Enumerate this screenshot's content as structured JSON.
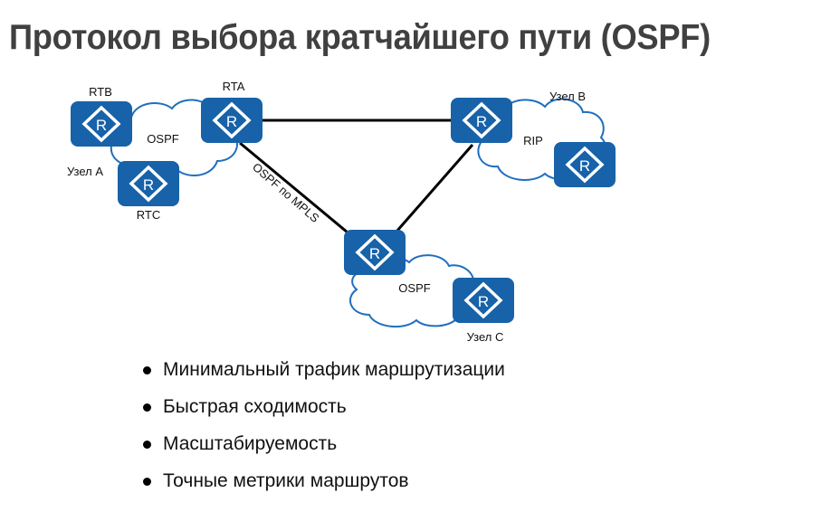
{
  "title": "Протокол выбора кратчайшего пути (OSPF)",
  "diagram": {
    "routers": [
      {
        "id": "rtb",
        "label": "RTB"
      },
      {
        "id": "rta",
        "label": "RTA"
      },
      {
        "id": "rtc",
        "label": "RTC"
      },
      {
        "id": "rb1",
        "label": ""
      },
      {
        "id": "rb2",
        "label": ""
      },
      {
        "id": "rc1",
        "label": ""
      },
      {
        "id": "rc2",
        "label": ""
      }
    ],
    "router_glyph": "R",
    "clouds": [
      {
        "id": "cloud-a",
        "protocol": "OSPF",
        "site": "Узел A"
      },
      {
        "id": "cloud-b",
        "protocol": "RIP",
        "site": "Узел B"
      },
      {
        "id": "cloud-c",
        "protocol": "OSPF",
        "site": "Узел C"
      }
    ],
    "links": [
      {
        "from": "rta",
        "to": "rb1",
        "label": ""
      },
      {
        "from": "rta",
        "to": "rc1",
        "label": "OSPF по MPLS"
      },
      {
        "from": "rb1",
        "to": "rc1",
        "label": ""
      }
    ],
    "colors": {
      "router": "#1762a8",
      "cloud_stroke": "#1f6fbf",
      "link": "#000000"
    }
  },
  "bullets": [
    "Минимальный трафик маршрутизации",
    "Быстрая сходимость",
    "Масштабируемость",
    "Точные метрики маршрутов"
  ]
}
